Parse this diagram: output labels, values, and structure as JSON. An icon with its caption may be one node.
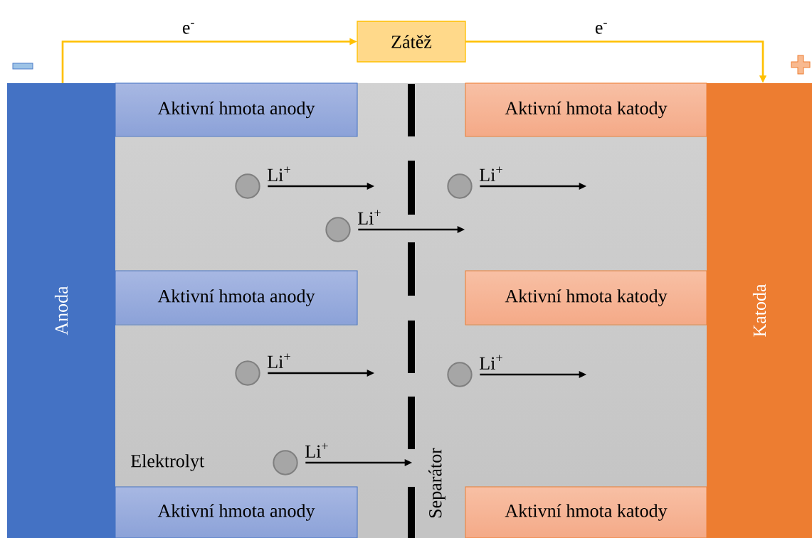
{
  "diagram": {
    "nodes": [
      {
        "text": [
          "Zátěž"
        ]
      },
      {
        "text": [
          "Anoda"
        ]
      },
      {
        "text": [
          "Katoda"
        ]
      },
      {
        "text": [
          "Aktivní hmota anody"
        ]
      },
      {
        "text": [
          "Aktivní hmota katody"
        ]
      },
      {
        "text": [
          "Aktivní hmota anody"
        ]
      },
      {
        "text": [
          "Aktivní hmota katody"
        ]
      },
      {
        "text": [
          "Aktivní hmota anody"
        ]
      },
      {
        "text": [
          "Aktivní hmota katody"
        ]
      },
      {
        "text": [],
        "shape": "circle",
        "beside": [
          "Li$^{+}$"
        ]
      },
      {
        "text": [],
        "shape": "circle",
        "beside": [
          "Li$^{+}$"
        ]
      },
      {
        "text": [],
        "shape": "circle",
        "beside": [
          "Li$^{+}$"
        ]
      },
      {
        "text": [],
        "shape": "circle",
        "beside": [
          "Li$^{+}$"
        ]
      },
      {
        "text": [],
        "shape": "circle",
        "beside": [
          "Li$^{+}$"
        ]
      },
      {
        "text": [],
        "shape": "circle",
        "beside": [
          "Li$^{+}$"
        ]
      }
    ],
    "edges": [
      {
        "from": 1,
        "to": 0,
        "arrow": "to",
        "label": "e$^{-}$",
        "color": "#ffc000"
      },
      {
        "from": 0,
        "to": 2,
        "arrow": "to",
        "label": "e$^{-}$",
        "color": "#ffc000"
      },
      {
        "from": 9,
        "to": null,
        "arrow": "to"
      },
      {
        "from": 10,
        "to": null,
        "arrow": "to"
      },
      {
        "from": 11,
        "to": null,
        "arrow": "to"
      },
      {
        "from": 12,
        "to": null,
        "arrow": "to"
      },
      {
        "from": 13,
        "to": null,
        "arrow": "to"
      },
      {
        "from": 14,
        "to": null,
        "arrow": "to"
      }
    ],
    "labels": [
      "Elektrolyt",
      "Separátor"
    ]
  }
}
